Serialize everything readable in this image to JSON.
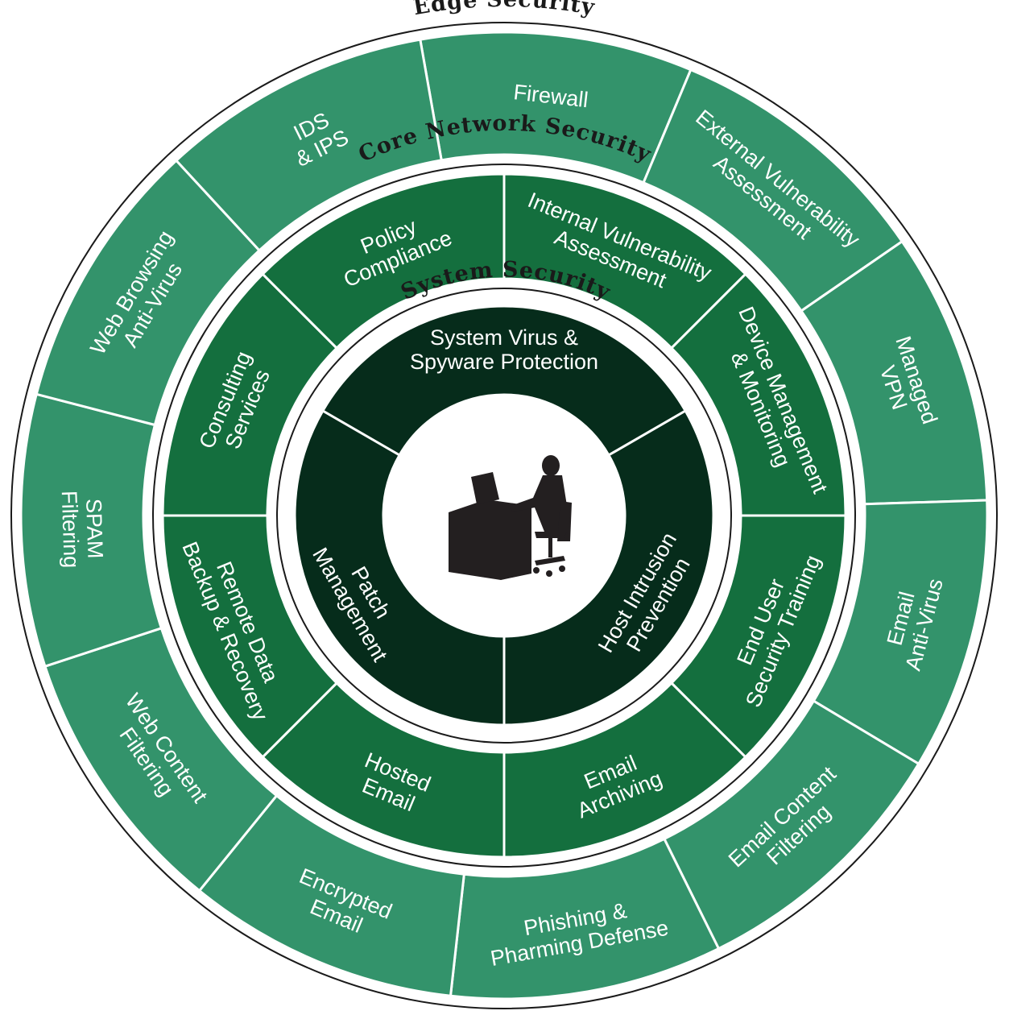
{
  "rings": {
    "edge": {
      "title": "Edge Security",
      "colors": {
        "fill": "#33936b"
      },
      "segments": [
        {
          "label": "Firewall"
        },
        {
          "label": "External Vulnerability Assessment"
        },
        {
          "label": "Managed VPN"
        },
        {
          "label": "Email Anti-Virus"
        },
        {
          "label": "Email Content Filtering"
        },
        {
          "label": "Phishing & Pharming Defense"
        },
        {
          "label": "Encrypted Email"
        },
        {
          "label": "Web Content Filtering"
        },
        {
          "label": "SPAM Filtering"
        },
        {
          "label": "Web Browsing Anti-Virus"
        },
        {
          "label": "IDS & IPS"
        }
      ]
    },
    "core": {
      "title": "Core Network Security",
      "colors": {
        "fill": "#146f3e"
      },
      "segments": [
        {
          "label": "Internal Vulnerability Assessment"
        },
        {
          "label": "Device Management & Monitoring"
        },
        {
          "label": "End User Security Training"
        },
        {
          "label": "Email Archiving"
        },
        {
          "label": "Hosted Email"
        },
        {
          "label": "Remote Data Backup & Recovery"
        },
        {
          "label": "Consulting Services"
        },
        {
          "label": "Policy Compliance"
        }
      ]
    },
    "system": {
      "title": "System Security",
      "colors": {
        "fill": "#062c1b"
      },
      "segments": [
        {
          "label": "System Virus & Spyware Protection"
        },
        {
          "label": "Host Intrusion Prevention"
        },
        {
          "label": "Patch Management"
        }
      ]
    }
  },
  "center": {
    "icon": "person-at-computer-icon"
  }
}
